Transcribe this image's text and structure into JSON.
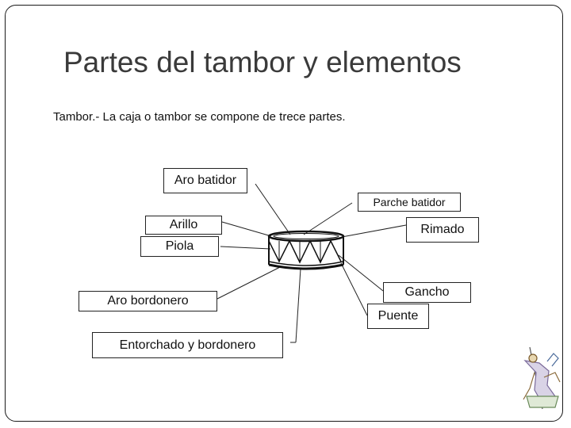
{
  "slide": {
    "title": "Partes del tambor y elementos",
    "subtitle": "Tambor.- La caja o tambor se compone de trece partes."
  },
  "diagram": {
    "labels": {
      "aro_batidor": "Aro batidor",
      "parche_batidor": "Parche batidor",
      "arillo": "Arillo",
      "piola": "Piola",
      "rimado": "Rimado",
      "aro_bordonero": "Aro bordonero",
      "gancho": "Gancho",
      "puente": "Puente",
      "entorchado": "Entorchado y bordonero"
    },
    "drum_icon": "snare-drum-icon",
    "clipart_icon": "musician-figure-icon",
    "line_color": "#222222"
  }
}
